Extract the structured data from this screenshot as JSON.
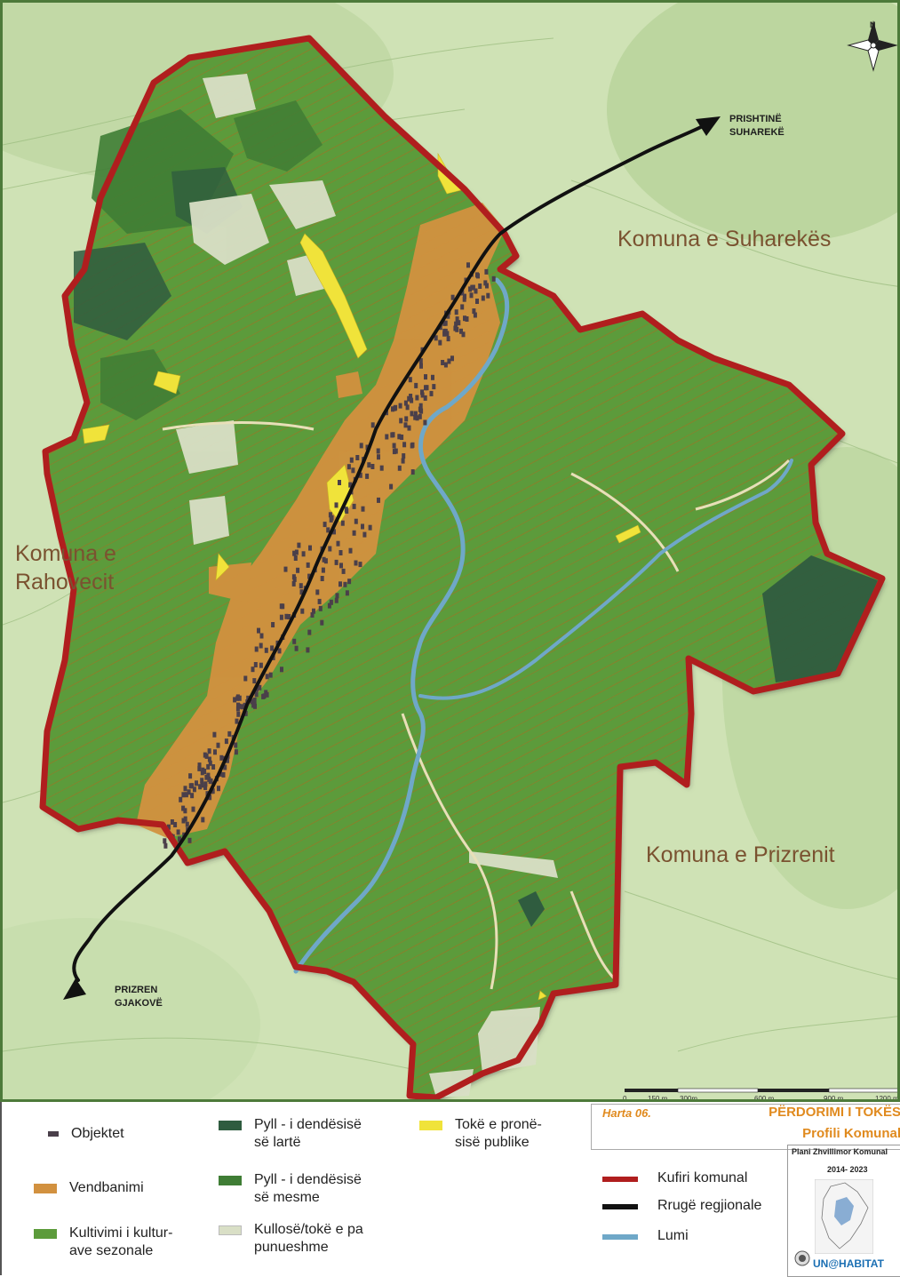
{
  "map": {
    "north_letter": "N",
    "labels": {
      "suhareka": "Komuna e Suharekës",
      "rahovec_line1": "Komuna e",
      "rahovec_line2": "Rahovecit",
      "prizren": "Komuna e Prizrenit"
    },
    "directions": {
      "ne_line1": "PRISHTINË",
      "ne_line2": "SUHAREKË",
      "sw_line1": "PRIZREN",
      "sw_line2": "GJAKOVË"
    },
    "scale_bar": [
      "0",
      "150 m",
      "300m",
      "600 m",
      "900 m",
      "1200 m"
    ],
    "colors": {
      "boundary": "#b01e1e",
      "road": "#111111",
      "river": "#6fa8c8",
      "agriculture": "#5c9b3b",
      "settlement": "#d2913f",
      "dense_forest": "#2f5c3f",
      "medium_forest": "#3f7d35",
      "pasture": "#d9dfc6",
      "public_land": "#f0e33a",
      "buildings": "#4a3f4a"
    }
  },
  "legend": {
    "objektet": "Objektet",
    "vendbanimi": "Vendbanimi",
    "kultivimi_1": "Kultivimi i kultur-",
    "kultivimi_2": "ave sezonale",
    "pyll_larte_1": "Pyll - i dendësisë",
    "pyll_larte_2": "së lartë",
    "pyll_mesme_1": "Pyll - i dendësisë",
    "pyll_mesme_2": "së mesme",
    "kullose_1": "Kullosë/tokë e pa",
    "kullose_2": "punueshme",
    "toke_1": "Tokë e pronë-",
    "toke_2": "sisë publike",
    "kufiri": "Kufiri komunal",
    "rruge": "Rrugë regjionale",
    "lumi": "Lumi"
  },
  "title_block": {
    "harta": "Harta 06.",
    "title": "PËRDORIMI I TOKËS",
    "subtitle": "Profili Komunal",
    "plan": "Plani Zhvillimor Komunal",
    "years": "2014- 2023",
    "un_habitat": "UN@HABITAT"
  }
}
